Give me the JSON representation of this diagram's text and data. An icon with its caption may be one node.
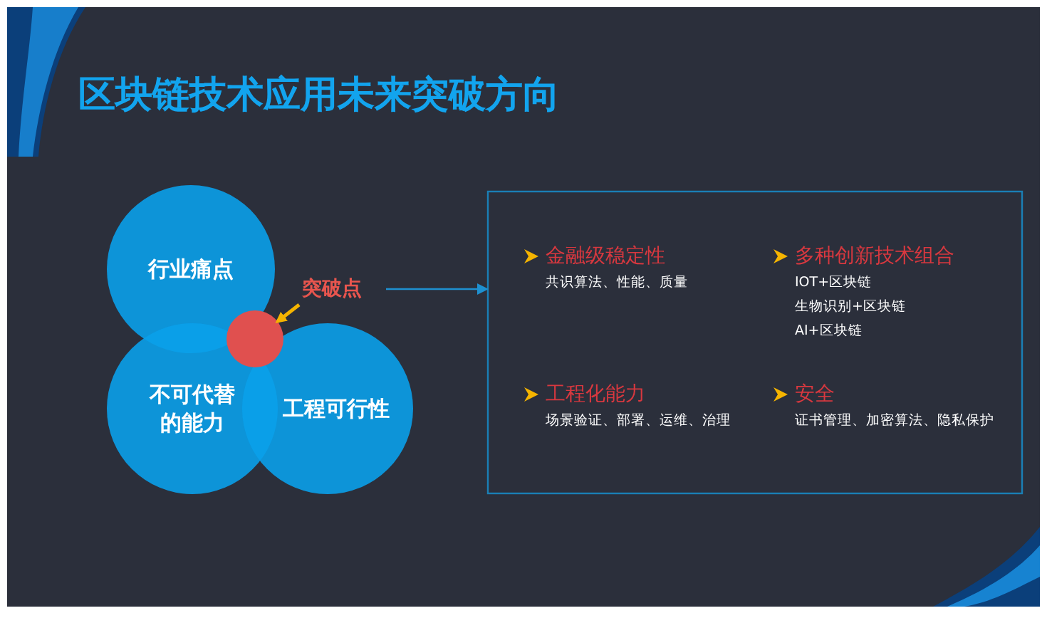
{
  "diagram": {
    "title": "区块链技术应用未来突破方向",
    "nodes": [
      {
        "text": [
          "行业痛点"
        ]
      },
      {
        "text": [
          "不可代替的能力"
        ]
      },
      {
        "text": [
          "工程可行性"
        ]
      },
      {
        "text": [],
        "shape": "circle"
      },
      {
        "text": [
          "突破点"
        ]
      },
      {
        "text": [],
        "shape": "box"
      },
      {
        "text": [
          "金融级稳定性",
          "共识算法、性能、质量"
        ],
        "in": 5
      },
      {
        "text": [
          "多种创新技术组合",
          "IOT+区块链",
          "生物识别+区块链",
          "AI+区块链"
        ],
        "in": 5
      },
      {
        "text": [
          "工程化能力",
          "场景验证、部署、运维、治理"
        ],
        "in": 5
      },
      {
        "text": [
          "安全",
          "证书管理、加密算法、隐私保护"
        ],
        "in": 5
      }
    ],
    "edges": [
      {
        "from": 4,
        "to": 3,
        "arrow": "to",
        "color": "#f5b400"
      },
      {
        "from": 4,
        "to": 5,
        "arrow": "to",
        "color": "#1e90d0"
      }
    ]
  }
}
